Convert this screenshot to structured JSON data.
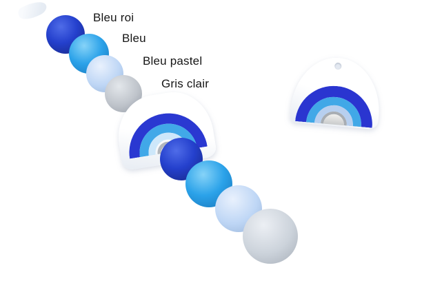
{
  "scene": {
    "background_color": "#ffffff"
  },
  "annotations": {
    "text_color": "#151515",
    "items": [
      {
        "label": "Bleu roi",
        "color_hex": "#2440cd"
      },
      {
        "label": "Bleu",
        "color_hex": "#2ba2e9"
      },
      {
        "label": "Bleu pastel",
        "color_hex": "#bed6f5"
      },
      {
        "label": "Gris clair",
        "color_hex": "#c2c7ce"
      }
    ]
  },
  "beads": {
    "strand_sequence": [
      "bleu-roi",
      "bleu",
      "bleu-pastel",
      "gris-clair",
      "rainbow",
      "bleu-roi",
      "bleu",
      "bleu-pastel",
      "gris-clair"
    ],
    "rainbow_band_colors": [
      "#2a38d1",
      "#41a8e8",
      "#cde7fa",
      "#b2b7bd"
    ],
    "rainbow_base_color": "#ffffff"
  }
}
